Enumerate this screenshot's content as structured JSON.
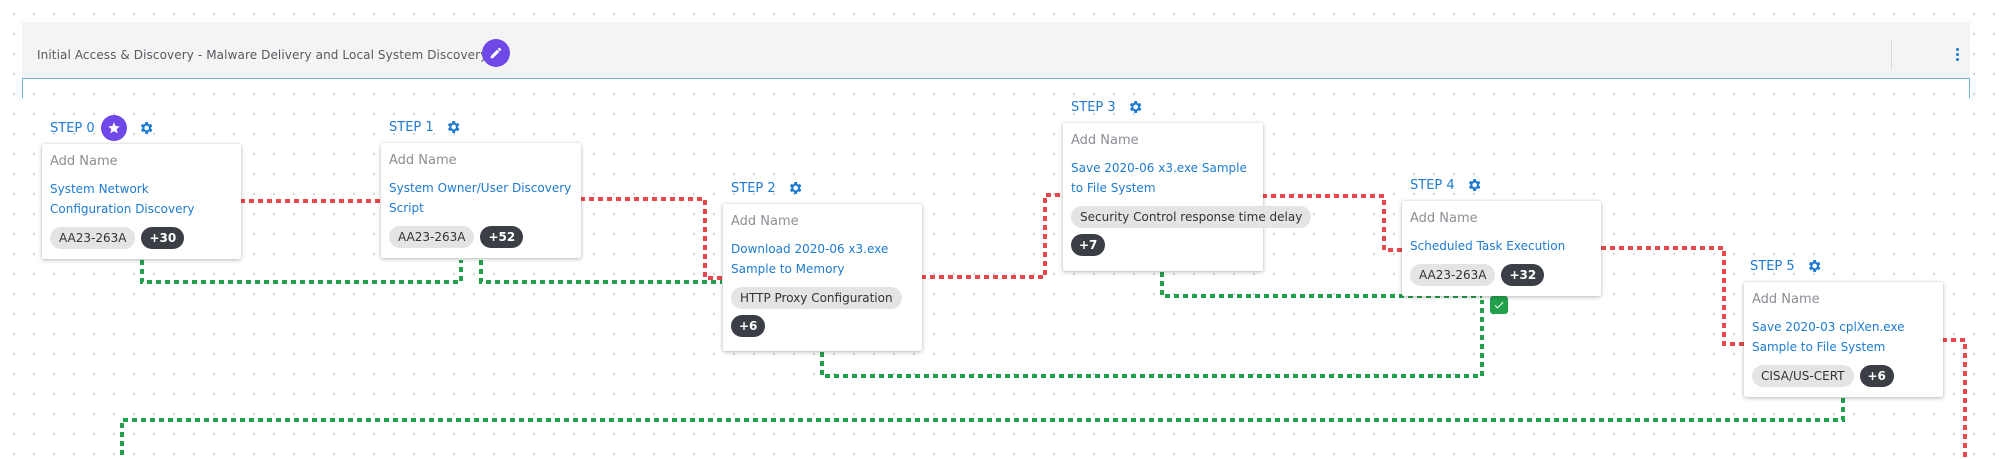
{
  "header": {
    "title": "Initial Access & Discovery - Malware Delivery and Local System Discovery"
  },
  "colors": {
    "accent": "#7048e8",
    "link": "#1e7bd1",
    "fail_line": "#e8474b",
    "pass_line": "#22a14c"
  },
  "steps": [
    {
      "label": "STEP 0",
      "name_placeholder": "Add Name",
      "title": "System Network Configuration Discovery",
      "chip": "AA23-263A",
      "count": "+30",
      "starred": true
    },
    {
      "label": "STEP 1",
      "name_placeholder": "Add Name",
      "title": "System Owner/User Discovery Script",
      "chip": "AA23-263A",
      "count": "+52"
    },
    {
      "label": "STEP 2",
      "name_placeholder": "Add Name",
      "title": "Download 2020-06 x3.exe Sample to Memory",
      "chip": "HTTP Proxy Configuration",
      "count": "+6"
    },
    {
      "label": "STEP 3",
      "name_placeholder": "Add Name",
      "title": "Save 2020-06 x3.exe Sample to File System",
      "chip": "Security Control response time delay",
      "count": "+7"
    },
    {
      "label": "STEP 4",
      "name_placeholder": "Add Name",
      "title": "Scheduled Task Execution",
      "chip": "AA23-263A",
      "count": "+32"
    },
    {
      "label": "STEP 5",
      "name_placeholder": "Add Name",
      "title": "Save 2020-03 cplXen.exe Sample to File System",
      "chip": "CISA/US-CERT",
      "count": "+6"
    }
  ]
}
